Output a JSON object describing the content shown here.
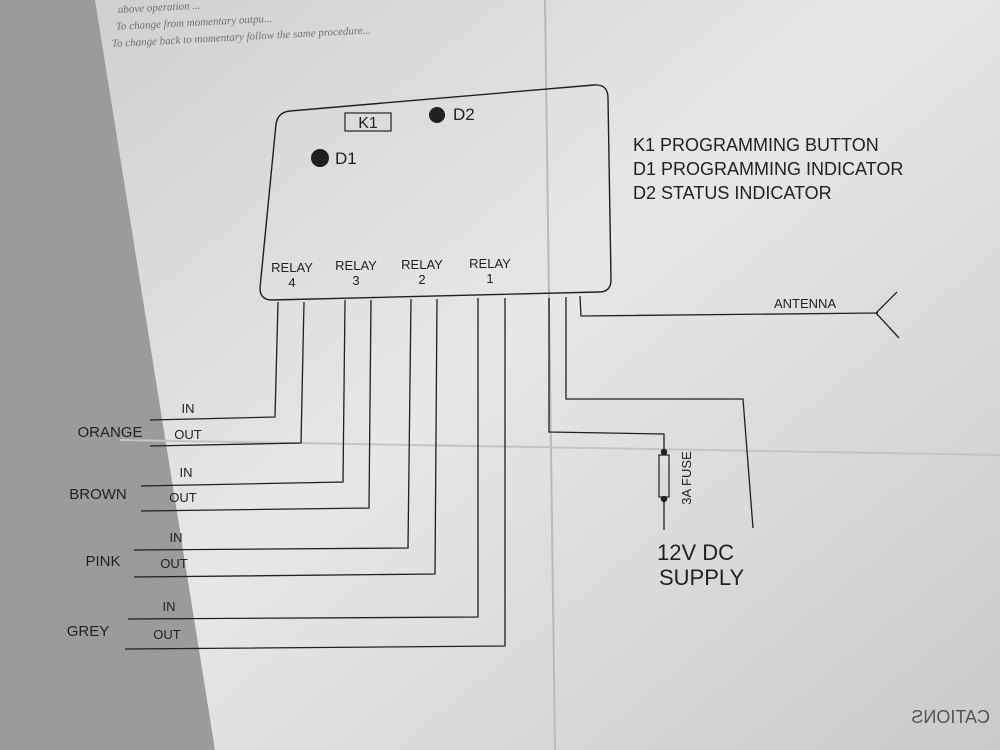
{
  "header_text": {
    "line1": "above operation ...",
    "line2": "To change from momentary outpu...",
    "line3": "To change back to momentary follow the same procedure..."
  },
  "module": {
    "button_label": "K1",
    "led_d1_label": "D1",
    "led_d2_label": "D2",
    "relays": [
      {
        "label": "RELAY",
        "number": "4"
      },
      {
        "label": "RELAY",
        "number": "3"
      },
      {
        "label": "RELAY",
        "number": "2"
      },
      {
        "label": "RELAY",
        "number": "1"
      }
    ]
  },
  "legend": [
    "K1 PROGRAMMING BUTTON",
    "D1 PROGRAMMING INDICATOR",
    "D2 STATUS INDICATOR"
  ],
  "antenna_label": "ANTENNA",
  "wires": [
    {
      "color": "ORANGE",
      "in_label": "IN",
      "out_label": "OUT"
    },
    {
      "color": "BROWN",
      "in_label": "IN",
      "out_label": "OUT"
    },
    {
      "color": "PINK",
      "in_label": "IN",
      "out_label": "OUT"
    },
    {
      "color": "GREY",
      "in_label": "IN",
      "out_label": "OUT"
    }
  ],
  "fuse_label": "3A FUSE",
  "supply_line1": "12V DC",
  "supply_line2": "SUPPLY",
  "mirrored_bleed_text": "CATIONS"
}
